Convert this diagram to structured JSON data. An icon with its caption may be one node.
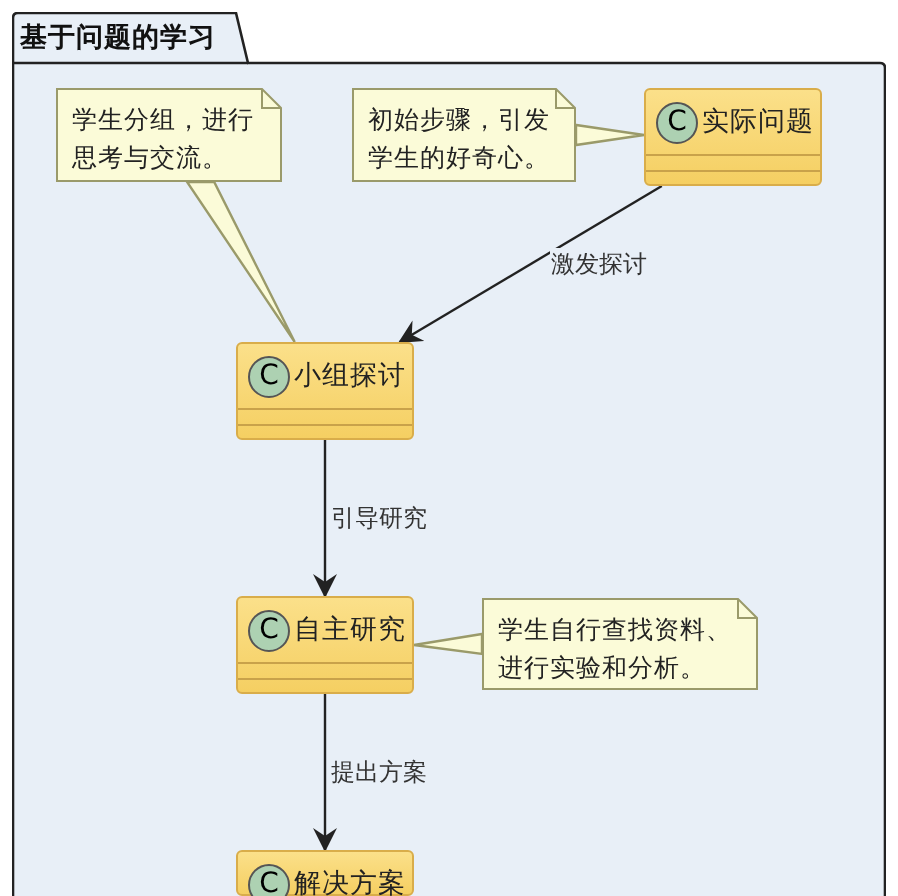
{
  "diagram": {
    "nodes": [
      {
        "text": [
          "基于问题的学习"
        ]
      },
      {
        "text": [
          "学生分组，进行思考与交流。"
        ],
        "in": 0
      },
      {
        "text": [
          "初始步骤，引发学生的好奇心。"
        ],
        "in": 0
      },
      {
        "text": [
          "C",
          "实际问题"
        ],
        "in": 0
      },
      {
        "text": [
          "C",
          "小组探讨"
        ],
        "in": 0
      },
      {
        "text": [
          "C",
          "自主研究"
        ],
        "in": 0
      },
      {
        "text": [
          "学生自行查找资料、进行实验和分析。"
        ],
        "in": 0
      },
      {
        "text": [
          "C",
          "解决方案"
        ],
        "in": 0
      }
    ],
    "edges": [
      {
        "from": 3,
        "to": 4,
        "arrow": "to",
        "label": "激发探讨"
      },
      {
        "from": 4,
        "to": 5,
        "arrow": "to",
        "label": "引导研究"
      },
      {
        "from": 5,
        "to": 7,
        "arrow": "to",
        "label": "提出方案"
      },
      {
        "from": 1,
        "to": 4,
        "arrow": "none",
        "color": "#9a9a6a"
      },
      {
        "from": 2,
        "to": 3,
        "arrow": "none",
        "color": "#9a9a6a"
      },
      {
        "from": 6,
        "to": 5,
        "arrow": "none",
        "color": "#9a9a6a"
      }
    ]
  }
}
